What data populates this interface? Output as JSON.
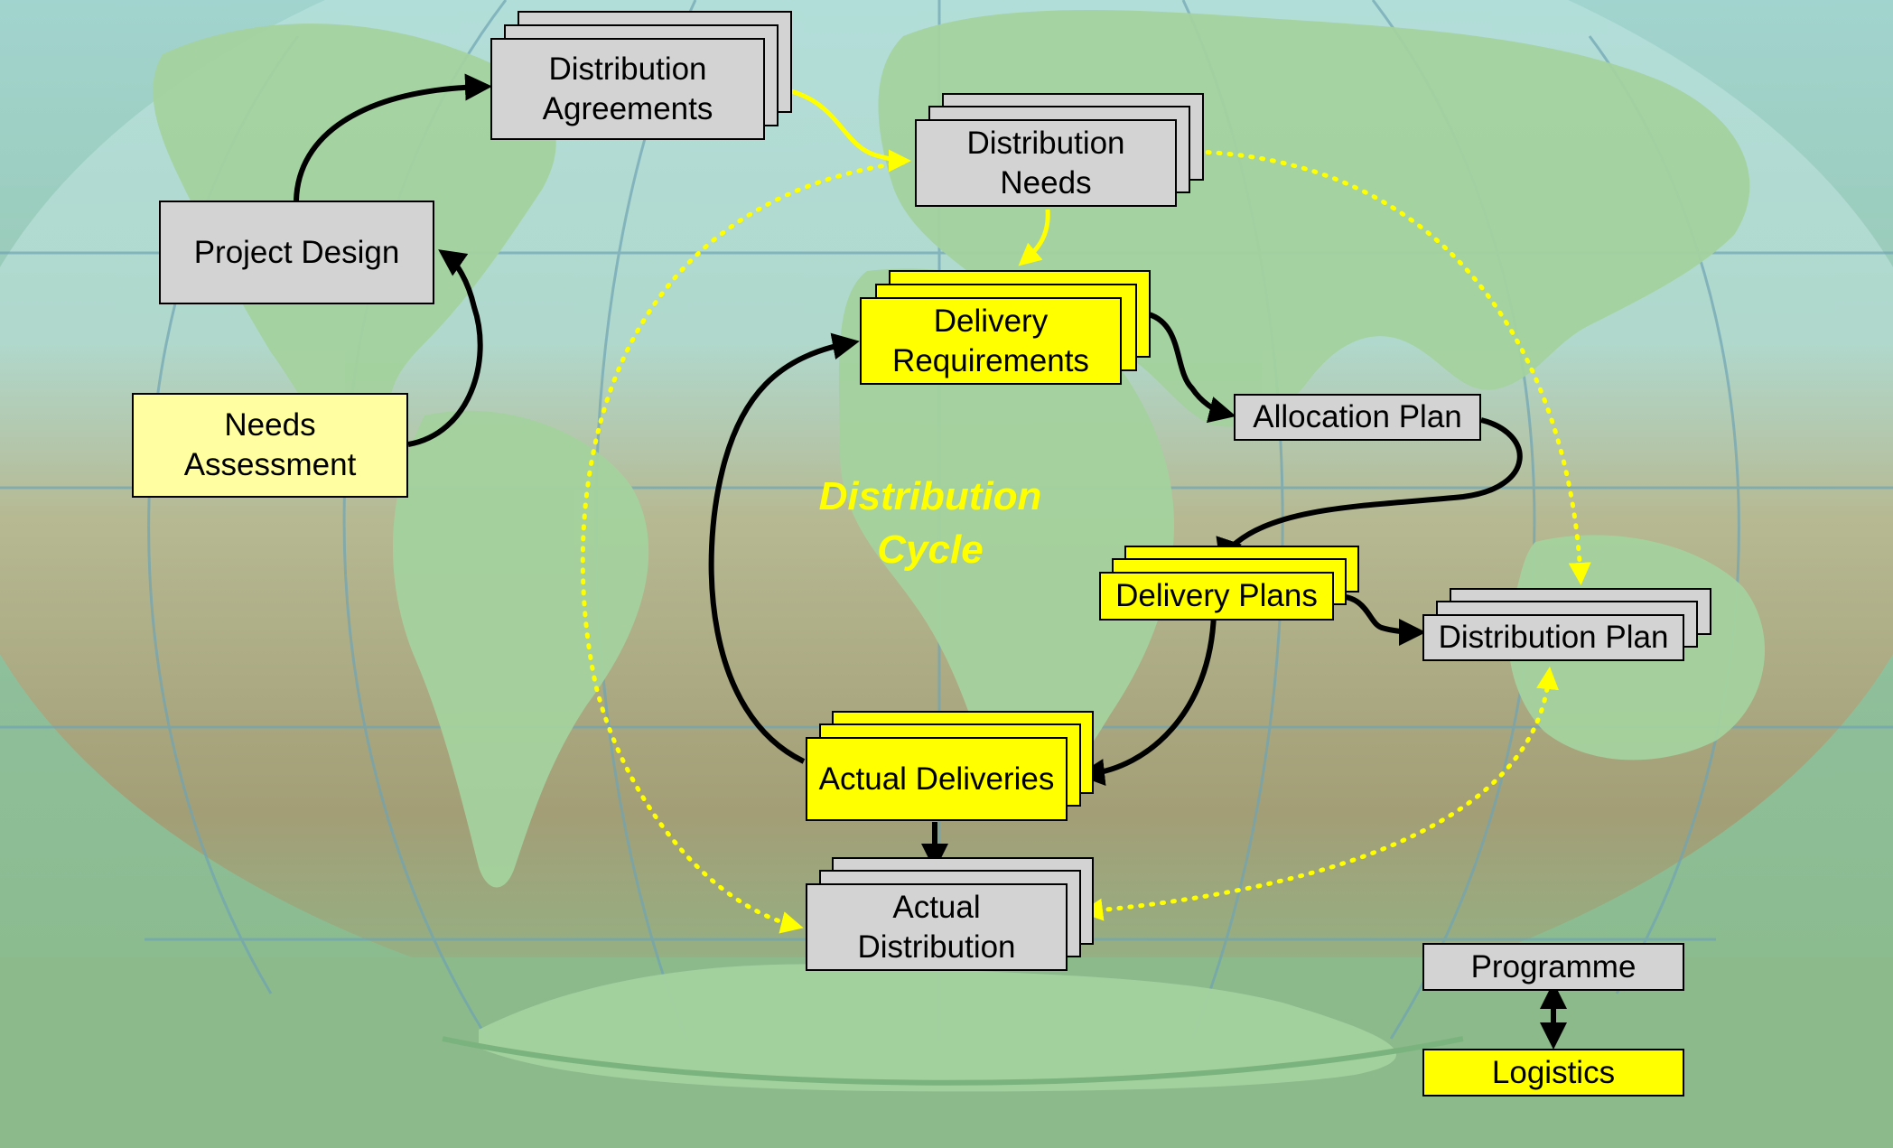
{
  "diagram": {
    "cycle_label": "Distribution\nCycle",
    "nodes": {
      "distribution_agreements": "Distribution\nAgreements",
      "distribution_needs": "Distribution\nNeeds",
      "project_design": "Project Design",
      "needs_assessment": "Needs\nAssessment",
      "delivery_requirements": "Delivery\nRequirements",
      "allocation_plan": "Allocation Plan",
      "delivery_plans": "Delivery Plans",
      "distribution_plan": "Distribution Plan",
      "actual_deliveries": "Actual Deliveries",
      "actual_distribution": "Actual\nDistribution",
      "programme": "Programme",
      "logistics": "Logistics"
    },
    "colors": {
      "sky": "#b3e0de",
      "land": "#a4d29e",
      "gray_box": "#d3d3d3",
      "yellow_box": "#ffff00",
      "light_yellow_box": "#ffffa2",
      "flow_arrow": "#000000",
      "cycle_arrow": "#ffff00"
    }
  }
}
